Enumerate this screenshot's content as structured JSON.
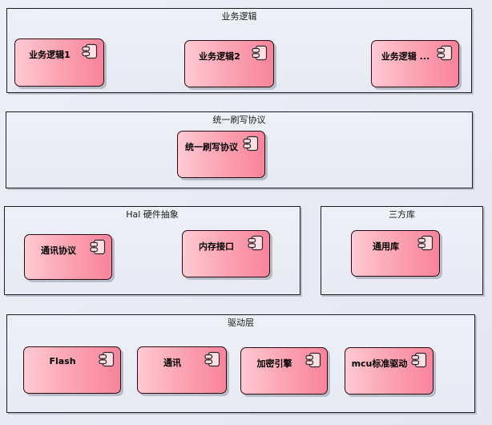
{
  "diagram": {
    "type": "uml-component-diagram",
    "colors": {
      "page_background": "#e8eaf3",
      "component_fill_light": "#ffcad3",
      "component_fill_dark": "#f8849b",
      "component_border": "#2b0a11",
      "group_border": "#1c1c1c",
      "icon_fill": "#ffdfe5"
    },
    "groups": [
      {
        "title": "业务逻辑",
        "components": [
          {
            "label": "业务逻辑1"
          },
          {
            "label": "业务逻辑2"
          },
          {
            "label": "业务逻辑 ..."
          }
        ]
      },
      {
        "title": "统一刷写协议",
        "components": [
          {
            "label": "统一刷写协议"
          }
        ]
      },
      {
        "title": "Hal 硬件抽象",
        "components": [
          {
            "label": "通讯协议"
          },
          {
            "label": "内存接口"
          }
        ]
      },
      {
        "title": "三方库",
        "components": [
          {
            "label": "通用库"
          }
        ]
      },
      {
        "title": "驱动层",
        "components": [
          {
            "label": "Flash"
          },
          {
            "label": "通讯"
          },
          {
            "label": "加密引擎"
          },
          {
            "label": "mcu标准驱动"
          }
        ]
      }
    ]
  }
}
